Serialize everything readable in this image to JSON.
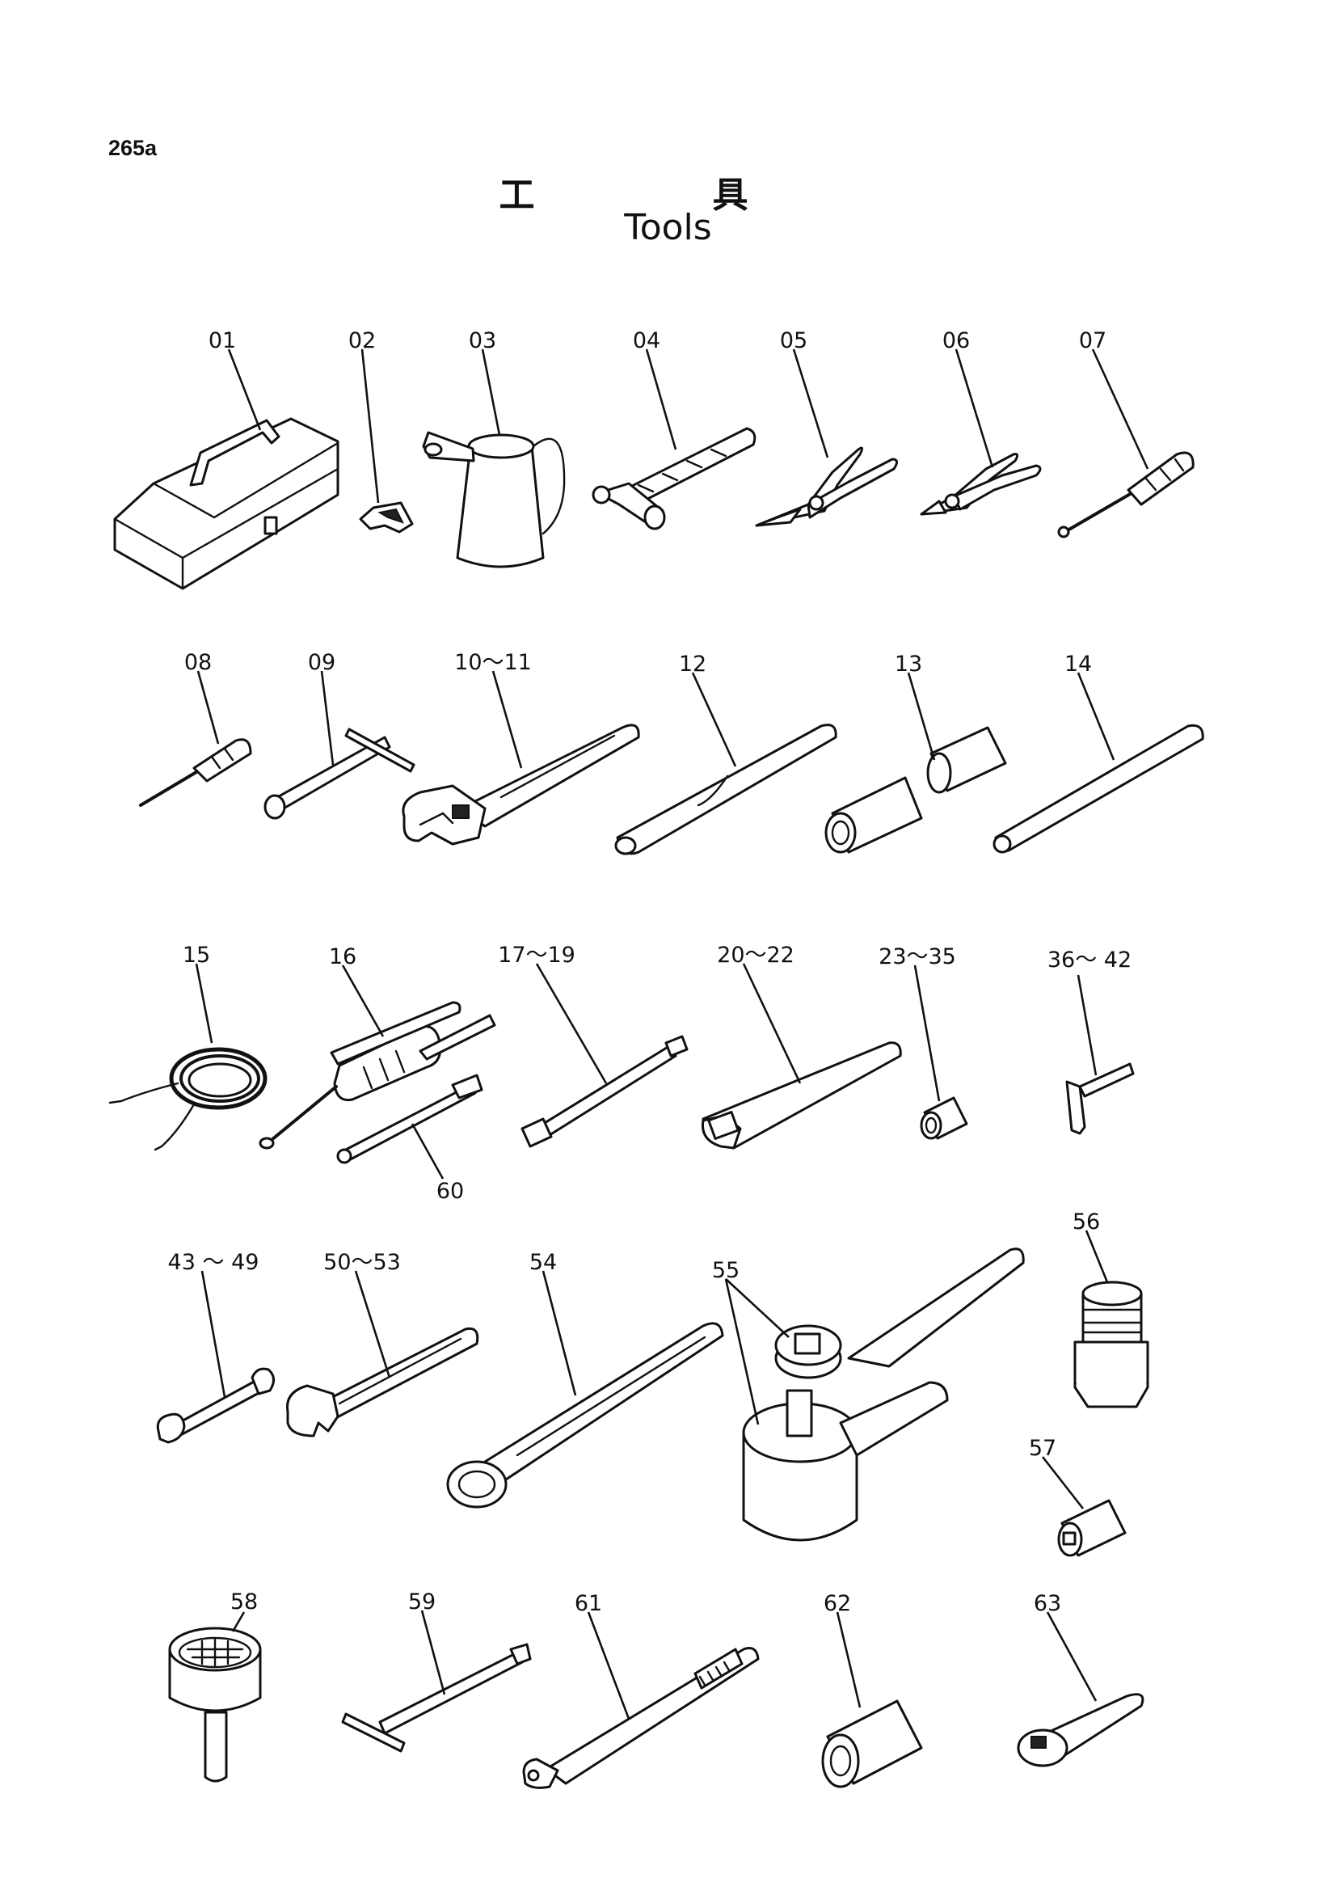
{
  "page_number": "265a",
  "title_ja": "工具",
  "title_en": "Tools",
  "parts": [
    {
      "id": "p01",
      "label": "01"
    },
    {
      "id": "p02",
      "label": "02"
    },
    {
      "id": "p03",
      "label": "03"
    },
    {
      "id": "p04",
      "label": "04"
    },
    {
      "id": "p05",
      "label": "05"
    },
    {
      "id": "p06",
      "label": "06"
    },
    {
      "id": "p07",
      "label": "07"
    },
    {
      "id": "p08",
      "label": "08"
    },
    {
      "id": "p09",
      "label": "09"
    },
    {
      "id": "p10",
      "label": "10〜11"
    },
    {
      "id": "p12",
      "label": "12"
    },
    {
      "id": "p13",
      "label": "13"
    },
    {
      "id": "p14",
      "label": "14"
    },
    {
      "id": "p15",
      "label": "15"
    },
    {
      "id": "p16",
      "label": "16"
    },
    {
      "id": "p17",
      "label": "17〜19"
    },
    {
      "id": "p20",
      "label": "20〜22"
    },
    {
      "id": "p23",
      "label": "23〜35"
    },
    {
      "id": "p36",
      "label": "36〜 42"
    },
    {
      "id": "p60",
      "label": "60"
    },
    {
      "id": "p43",
      "label": "43 〜 49"
    },
    {
      "id": "p50",
      "label": "50〜53"
    },
    {
      "id": "p54",
      "label": "54"
    },
    {
      "id": "p55",
      "label": "55"
    },
    {
      "id": "p56",
      "label": "56"
    },
    {
      "id": "p57",
      "label": "57"
    },
    {
      "id": "p58",
      "label": "58"
    },
    {
      "id": "p59",
      "label": "59"
    },
    {
      "id": "p61",
      "label": "61"
    },
    {
      "id": "p62",
      "label": "62"
    },
    {
      "id": "p63",
      "label": "63"
    }
  ]
}
